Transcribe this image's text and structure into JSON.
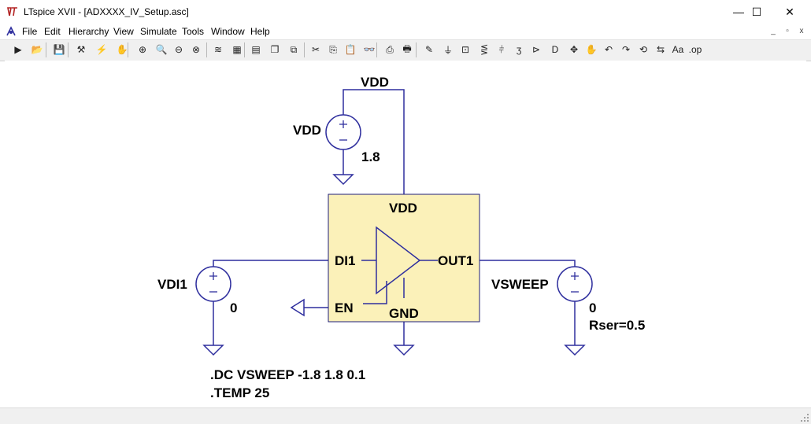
{
  "window": {
    "title": "LTspice XVII - [ADXXXX_IV_Setup.asc]",
    "minimize_glyph": "—",
    "maximize_glyph": "☐",
    "close_glyph": "✕"
  },
  "menu": {
    "items": [
      "File",
      "Edit",
      "Hierarchy",
      "View",
      "Simulate",
      "Tools",
      "Window",
      "Help"
    ],
    "mdi": [
      "_",
      "▫",
      "x"
    ]
  },
  "toolbar": {
    "buttons": [
      {
        "name": "run-icon",
        "glyph": "▶"
      },
      {
        "name": "open-folder-icon",
        "glyph": "📂"
      },
      {
        "name": "save-icon",
        "glyph": "💾"
      },
      {
        "name": "control-panel-icon",
        "glyph": "⚒"
      },
      {
        "name": "halt-icon",
        "glyph": "⚡"
      },
      {
        "name": "pan-icon",
        "glyph": "✋"
      },
      {
        "name": "zoom-in-icon",
        "glyph": "⊕"
      },
      {
        "name": "zoom-pan-icon",
        "glyph": "🔍"
      },
      {
        "name": "zoom-out-icon",
        "glyph": "⊖"
      },
      {
        "name": "zoom-fit-icon",
        "glyph": "⊗"
      },
      {
        "name": "autorange-icon",
        "glyph": "≋"
      },
      {
        "name": "clear-plot-icon",
        "glyph": "▦"
      },
      {
        "name": "tile-horizontal-icon",
        "glyph": "▤"
      },
      {
        "name": "cascade-icon",
        "glyph": "❐"
      },
      {
        "name": "close-windows-icon",
        "glyph": "⧉"
      },
      {
        "name": "cut-icon",
        "glyph": "✂"
      },
      {
        "name": "copy-icon",
        "glyph": "⎘"
      },
      {
        "name": "paste-icon",
        "glyph": "📋"
      },
      {
        "name": "find-icon",
        "glyph": "👓"
      },
      {
        "name": "print-setup-icon",
        "glyph": "⎙"
      },
      {
        "name": "print-icon",
        "glyph": "🖶"
      },
      {
        "name": "draw-wire-icon",
        "glyph": "✎"
      },
      {
        "name": "ground-icon",
        "glyph": "⏚"
      },
      {
        "name": "label-net-icon",
        "glyph": "⊡"
      },
      {
        "name": "resistor-icon",
        "glyph": "⋚"
      },
      {
        "name": "capacitor-icon",
        "glyph": "⫩"
      },
      {
        "name": "inductor-icon",
        "glyph": "ʒ"
      },
      {
        "name": "diode-icon",
        "glyph": "⊳"
      },
      {
        "name": "component-icon",
        "glyph": "D"
      },
      {
        "name": "move-icon",
        "glyph": "✥"
      },
      {
        "name": "drag-icon",
        "glyph": "✋"
      },
      {
        "name": "undo-icon",
        "glyph": "↶"
      },
      {
        "name": "redo-icon",
        "glyph": "↷"
      },
      {
        "name": "rotate-icon",
        "glyph": "⟲"
      },
      {
        "name": "mirror-icon",
        "glyph": "⇆"
      },
      {
        "name": "text-icon",
        "glyph": "Aa"
      },
      {
        "name": "spice-directive-icon",
        "glyph": ".op"
      }
    ]
  },
  "schematic": {
    "vdd_net_label": "VDD",
    "vdd_source": {
      "name": "VDD",
      "value": "1.8"
    },
    "amp_block": {
      "pin_vdd": "VDD",
      "pin_di1": "DI1",
      "pin_en": "EN",
      "pin_gnd": "GND",
      "pin_out1": "OUT1"
    },
    "vdi1_source": {
      "name": "VDI1",
      "value": "0"
    },
    "vsweep_source": {
      "name": "VSWEEP",
      "value": "0",
      "rser": "Rser=0.5"
    },
    "directives": [
      ".DC VSWEEP -1.8 1.8 0.1",
      ".TEMP 25"
    ]
  },
  "colors": {
    "wire": "#2f2f9e",
    "block_fill": "#fbf1b9",
    "block_stroke": "#1f1f7a",
    "canvas": "#ffffff",
    "chrome": "#f0f0f0"
  }
}
